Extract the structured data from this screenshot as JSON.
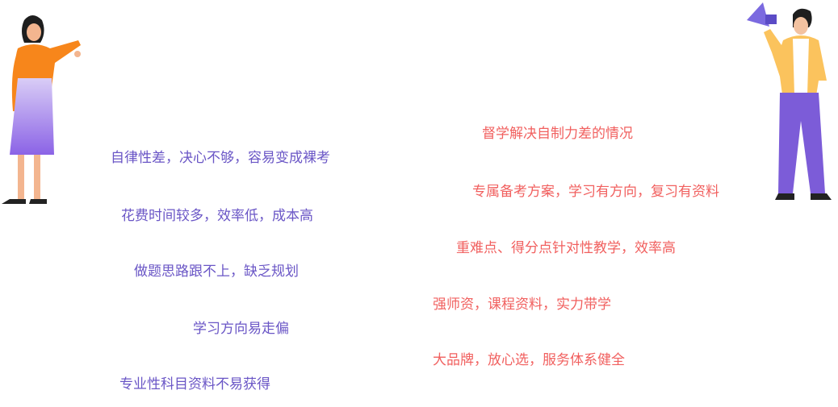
{
  "colors": {
    "problem": "#6a56c6",
    "solution": "#f1605f"
  },
  "problems": [
    "自律性差，决心不够，容易变成裸考",
    "花费时间较多，效率低，成本高",
    "做题思路跟不上，缺乏规划",
    "学习方向易走偏",
    "专业性科目资料不易获得"
  ],
  "solutions": [
    "督学解决自制力差的情况",
    "专属备考方案，学习有方向，复习有资料",
    "重难点、得分点针对性教学，效率高",
    "强师资，课程资料，实力带学",
    "大品牌，放心选，服务体系健全"
  ]
}
